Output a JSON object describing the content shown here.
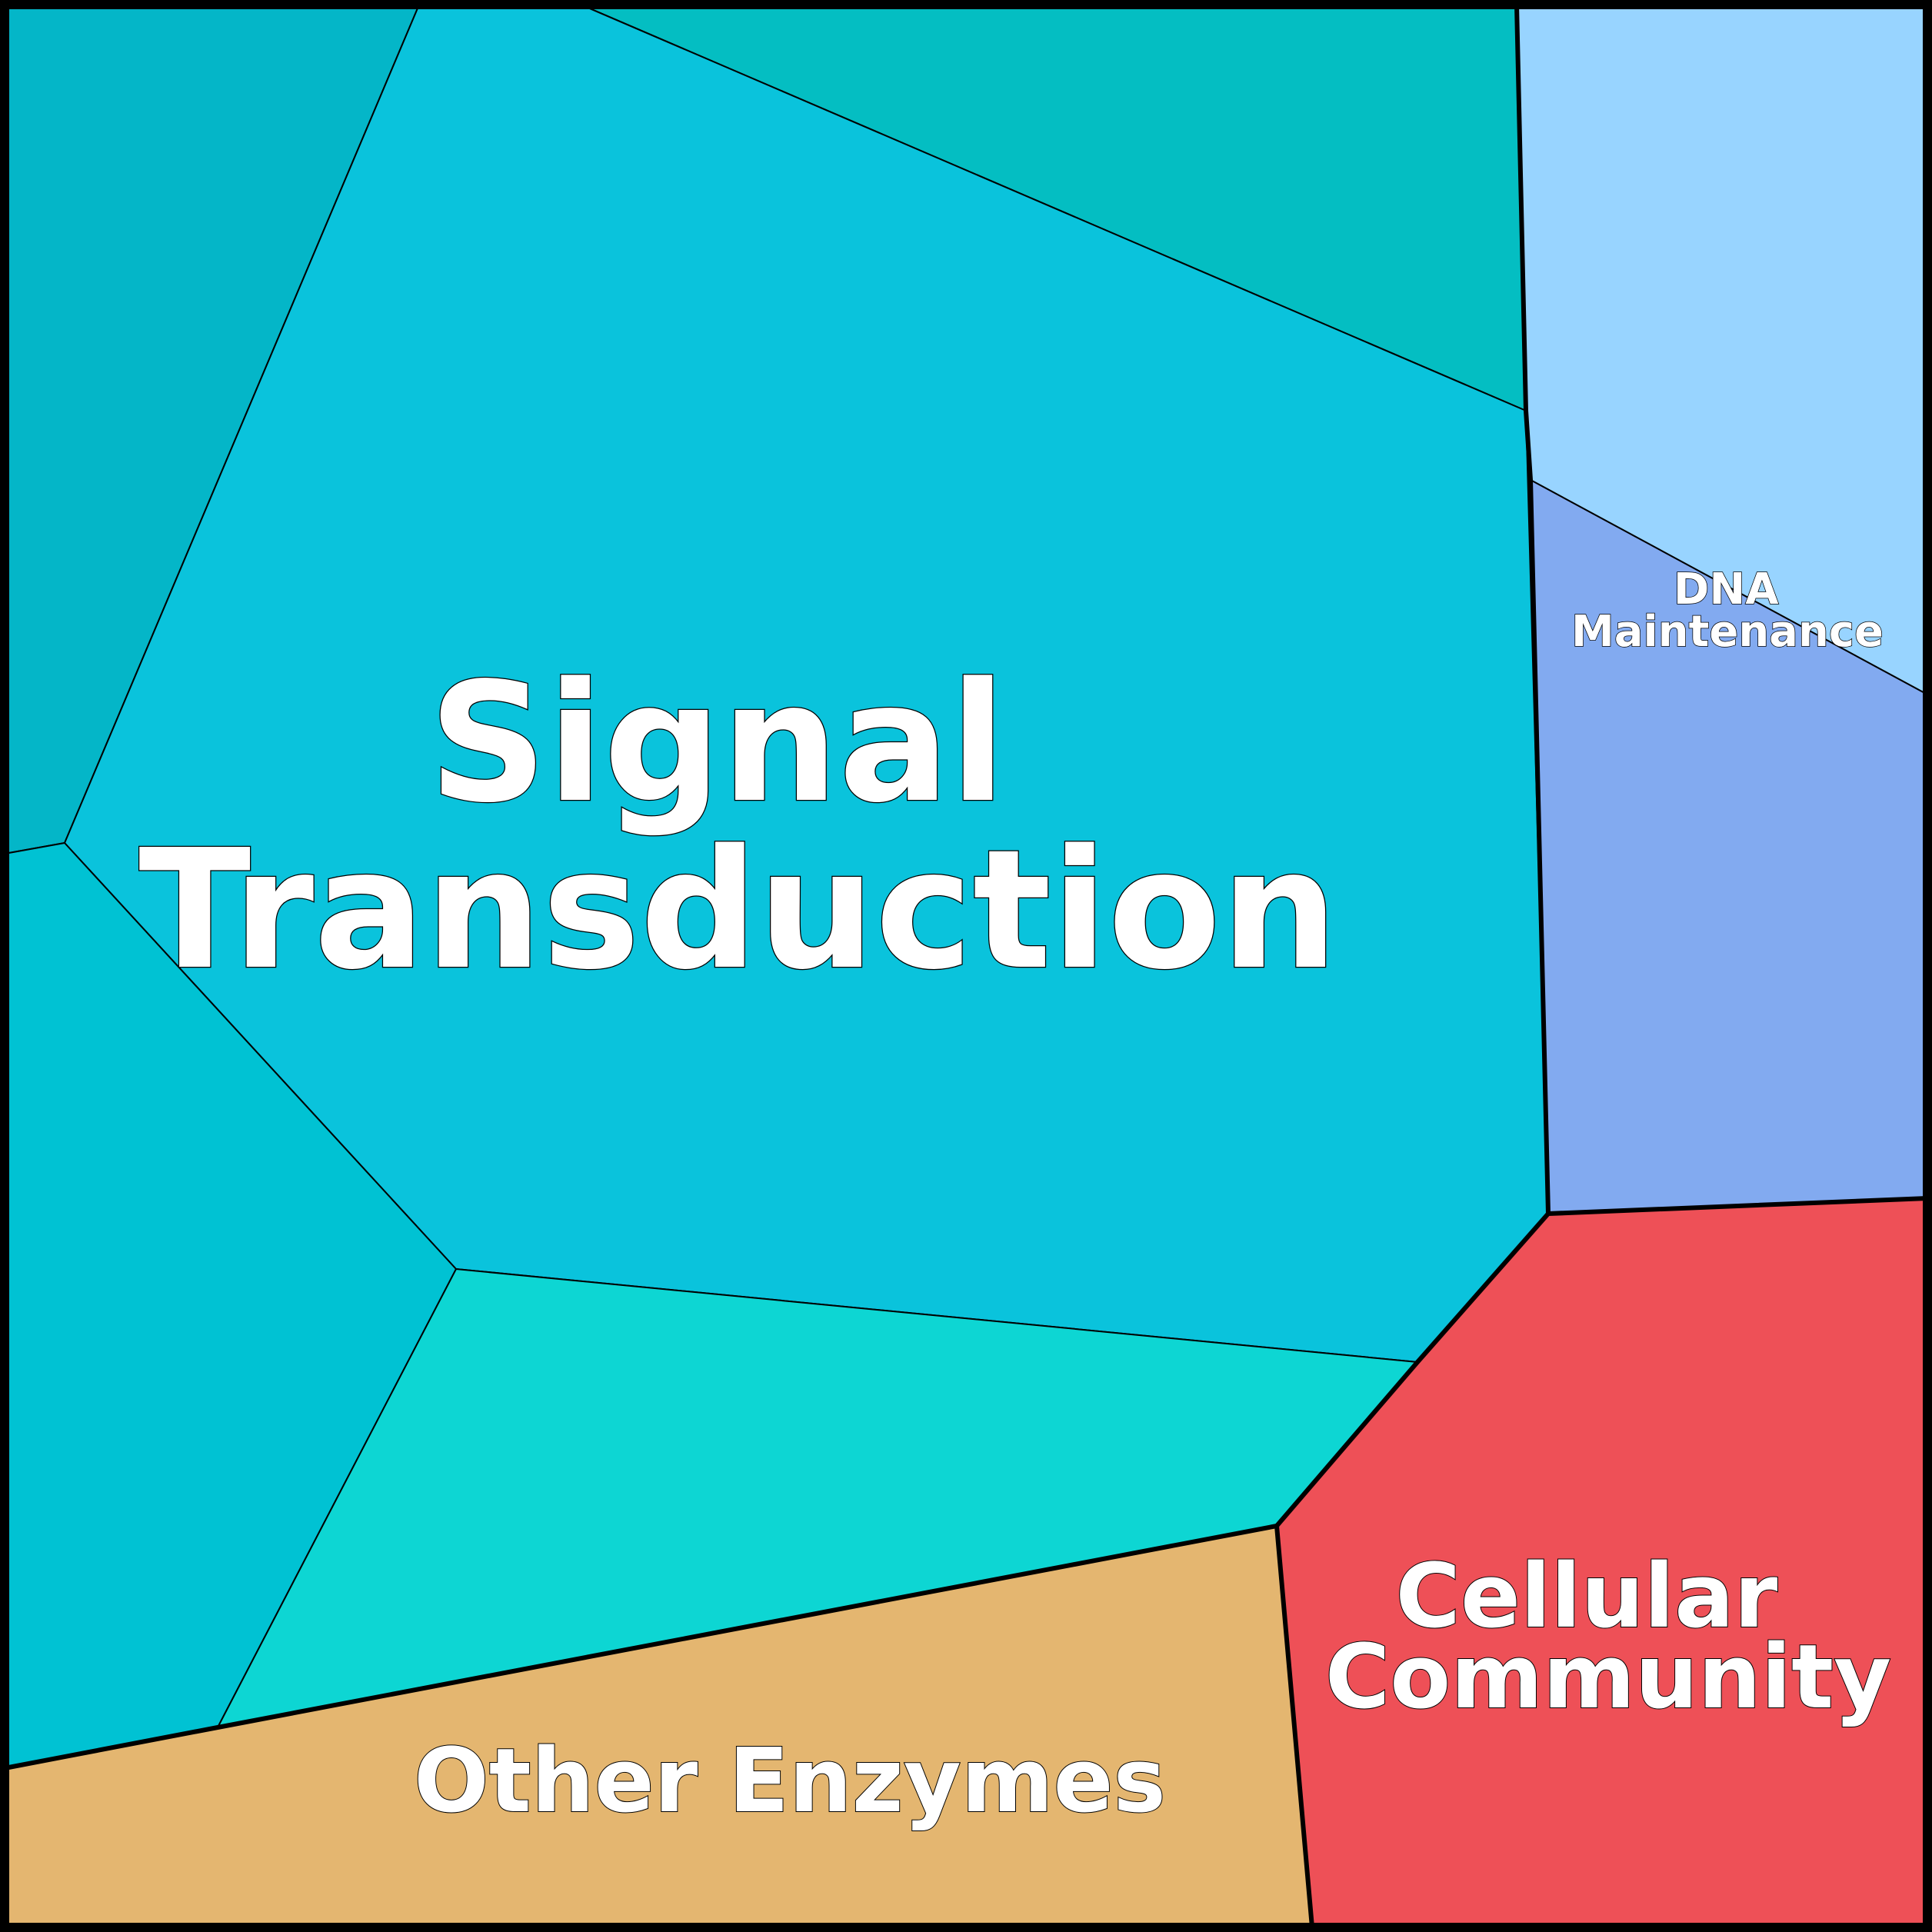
{
  "diagram": {
    "regions": [
      {
        "id": "signal-transduction",
        "label_lines": [
          "Signal",
          "Transduction"
        ],
        "color": "#0AC3DC"
      },
      {
        "id": "dna-maintenance",
        "label_lines": [
          "DNA",
          "Maintenance"
        ],
        "color": "#82AAF0"
      },
      {
        "id": "cellular-community",
        "label_lines": [
          "Cellular",
          "Community"
        ],
        "color": "#EE5057"
      },
      {
        "id": "other-enzymes",
        "label_lines": [
          "Other Enzymes"
        ],
        "color": "#E4B670"
      }
    ],
    "subregion_colors": {
      "signal_top_left": "#04B6C8",
      "signal_top_right": "#04BEC2",
      "signal_main": "#0AC3DC",
      "signal_left": "#00C2D3",
      "signal_bottom": "#0DD6D3",
      "dna_top": "#98D4FF",
      "dna_main": "#82AAF0",
      "cellular_main": "#EE5057",
      "enzymes_main": "#E4B670"
    },
    "border_color": "#000000",
    "label_color": "#FFFFFF"
  }
}
